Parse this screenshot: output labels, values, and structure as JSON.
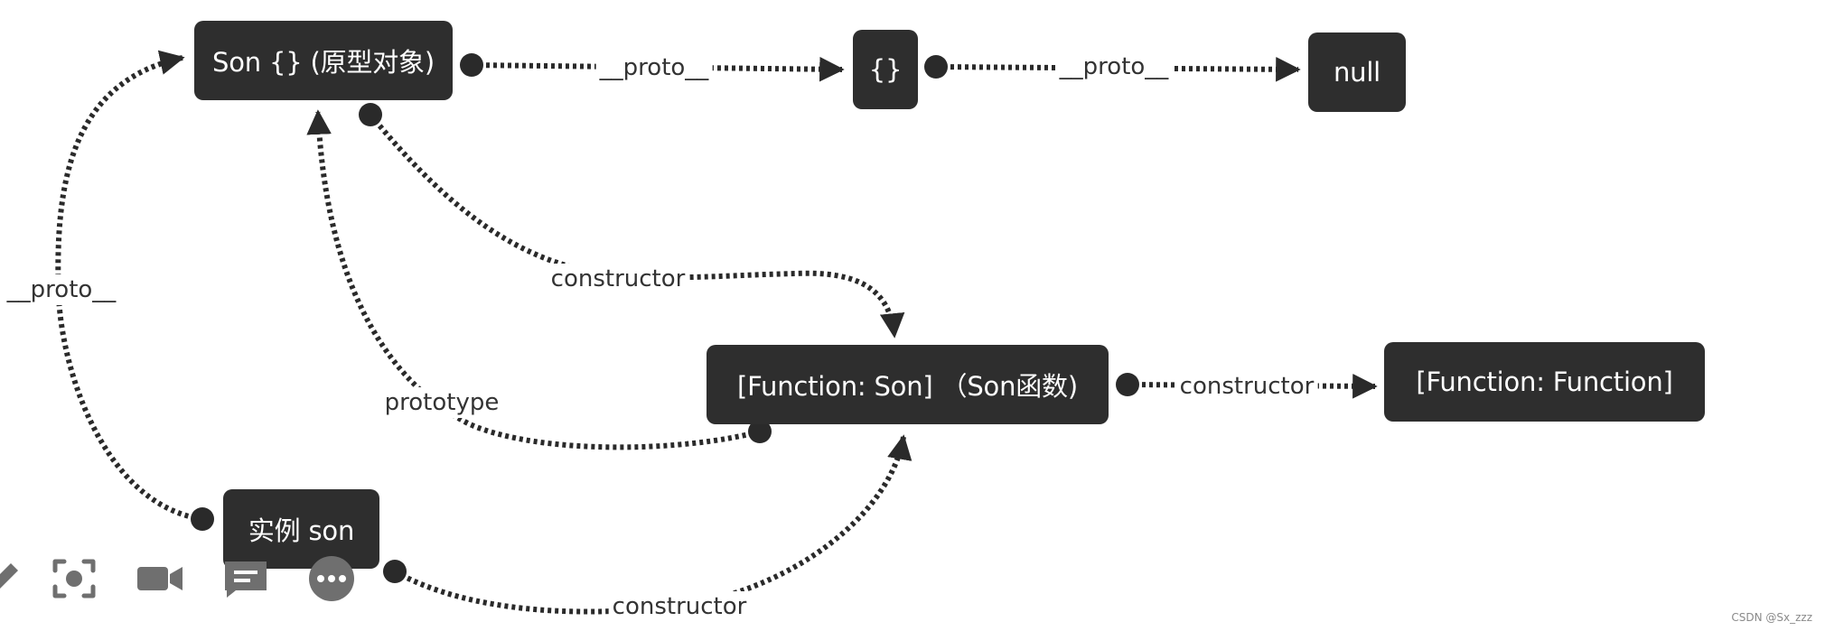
{
  "nodes": {
    "son_prototype": "Son {} (原型对象)",
    "empty_object": "{}",
    "null_node": "null",
    "son_function": "[Function: Son] （Son函数)",
    "function_function": "[Function: Function]",
    "son_instance": "实例 son"
  },
  "edges": {
    "proto_son_prototype_to_empty": "__proto__",
    "proto_empty_to_null": "__proto__",
    "constructor_prototype_to_function": "constructor",
    "prototype_function_to_prototype": "prototype",
    "constructor_function_to_function": "constructor",
    "proto_instance_to_prototype": "__proto__",
    "constructor_instance_to_function": "constructor"
  },
  "toolbar": {
    "icons": [
      "draw-icon",
      "screenshot-icon",
      "camera-icon",
      "comment-icon",
      "more-icon"
    ]
  },
  "watermark": "CSDN @Sx_zzz",
  "colors": {
    "node_background": "#2e2e2e",
    "edge_stroke": "#2a2a2a",
    "toolbar_icon": "#6f6f6f"
  }
}
